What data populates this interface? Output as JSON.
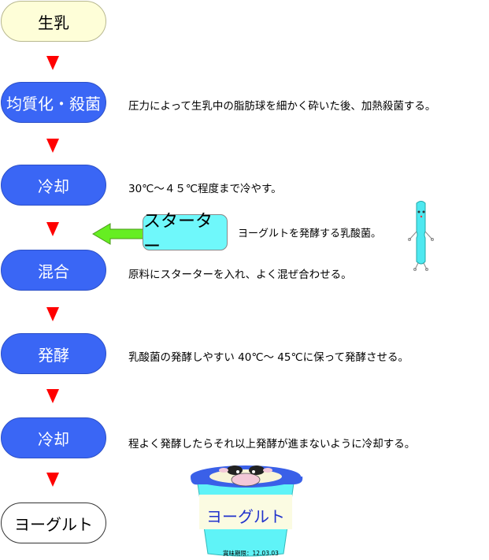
{
  "steps": [
    {
      "label": "生乳",
      "desc": ""
    },
    {
      "label": "均質化・殺菌",
      "desc": "圧力によって生乳中の脂肪球を細かく砕いた後、加熱殺菌する。"
    },
    {
      "label": "冷却",
      "desc": "30℃～４５℃程度まで冷やす。"
    },
    {
      "label": "混合",
      "desc": "原料にスターターを入れ、よく混ぜ合わせる。"
    },
    {
      "label": "発酵",
      "desc": "乳酸菌の発酵しやすい 40℃～ 45℃に保って発酵させる。"
    },
    {
      "label": "冷却",
      "desc": "程よく発酵したらそれ以上発酵が進まないように冷却する。"
    },
    {
      "label": "ヨーグルト",
      "desc": ""
    }
  ],
  "starter": {
    "label": "スターター",
    "desc": "ヨーグルトを発酵する乳酸菌。"
  },
  "cup": {
    "label": "ヨーグルト",
    "expiry": "賞味期限：12.03.03"
  },
  "colors": {
    "process": "#3a66f5",
    "arrow": "#ff0000",
    "starter": "#6ff8fb",
    "green_arrow": "#66ee22"
  }
}
